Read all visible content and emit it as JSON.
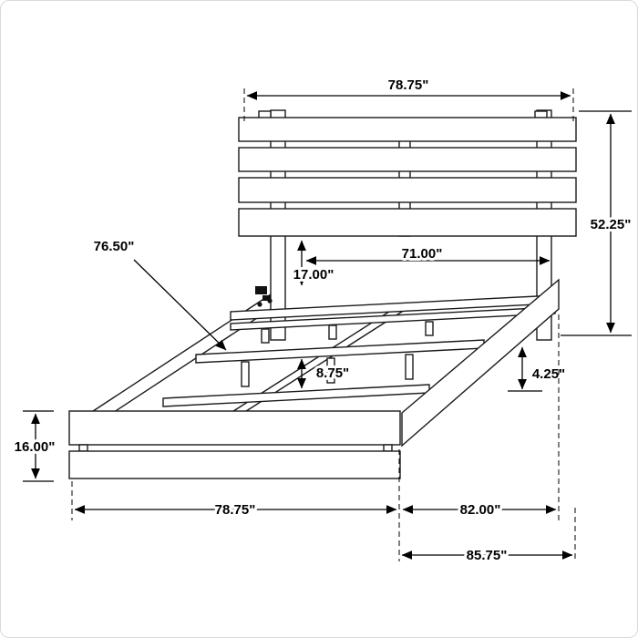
{
  "colors": {
    "background": "#ffffff",
    "line": "#1a1a1a",
    "dimension": "#000000"
  },
  "diagram": {
    "type": "dimension-drawing",
    "labels": {
      "headboard_width": "78.75\"",
      "headboard_height": "52.25\"",
      "slat_support_length": "76.50\"",
      "inner_width": "71.00\"",
      "headboard_clearance": "17.00\"",
      "support_height": "8.75\"",
      "rail_height": "4.25\"",
      "footboard_height": "16.00\"",
      "footboard_width": "78.75\"",
      "frame_length": "82.00\"",
      "overall_length": "85.75\""
    }
  }
}
